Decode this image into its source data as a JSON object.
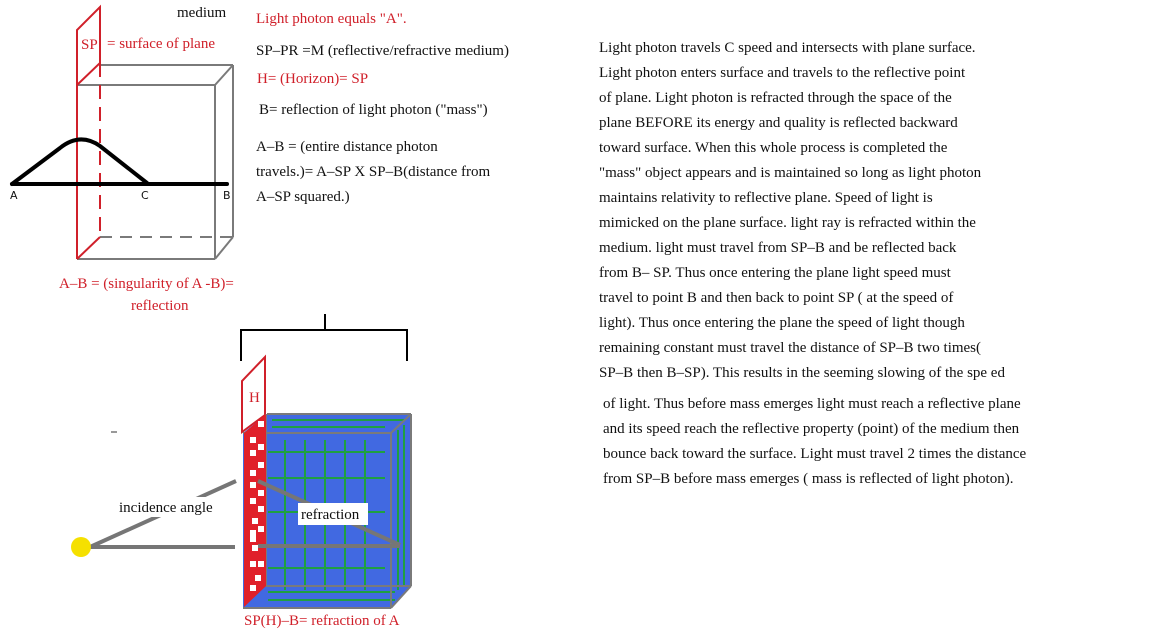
{
  "top_diagram": {
    "medium_label": "medium",
    "sp_label": "SP",
    "sp_definition": "= surface of plane",
    "point_a": "A",
    "point_c": "C",
    "point_b": "B",
    "singularity_line1": "A–B =  (singularity of A -B)=",
    "singularity_line2": "reflection"
  },
  "definitions": {
    "photon": "Light photon equals \"A\".",
    "sp_pr": "SP–PR   =M  (reflective/refractive  medium)",
    "horizon": "H= (Horizon)= SP",
    "b_reflection": "B= reflection of light photon  (\"mass\")",
    "ab_lines": [
      "A–B = (entire distance photon",
      "travels.)= A–SP X SP–B(distance from",
      "A–SP squared.)"
    ]
  },
  "bottom_diagram": {
    "h_label": "H",
    "incidence_label": "incidence angle",
    "refraction_label": "refraction",
    "caption": "SP(H)–B= refraction of A"
  },
  "explanation_lines": [
    "Light photon travels C speed and intersects with plane surface.",
    "Light photon enters surface and travels to the reflective point",
    "of plane. Light photon is refracted through the space of the",
    "plane BEFORE its energy and quality is reflected backward",
    "toward surface. When this whole process is completed the",
    "\"mass\" object appears and is maintained so long as light photon",
    "maintains relativity to reflective plane. Speed of light is",
    "mimicked on the plane surface. light ray is refracted within the",
    "medium. light must travel from SP–B and be reflected back",
    "from B– SP. Thus once entering the plane light speed must",
    "travel to point B and then back to point SP ( at the speed of",
    "light). Thus once entering the plane the speed of light though",
    "remaining constant must travel the distance of SP–B two times(",
    "SP–B then B–SP). This results in the seeming slowing of the spe ed",
    "of light. Thus before mass emerges light must reach a reflective plane",
    "and its speed reach the reflective property (point) of the medium then",
    "bounce back toward the surface. Light must travel 2 times the distance",
    "from SP–B before mass emerges ( mass is reflected of light photon)."
  ],
  "colors": {
    "red": "#d0202a",
    "blue": "#4169e1",
    "green": "#1fa040",
    "gray": "#6e6e6e",
    "yellow": "#f5e000"
  }
}
